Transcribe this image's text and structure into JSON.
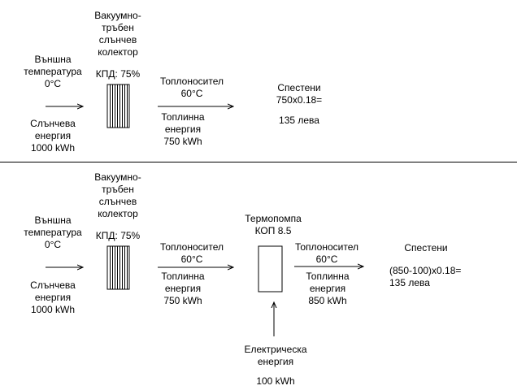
{
  "top": {
    "outside": {
      "l1": "Външна",
      "l2": "температура",
      "l3": "0°C"
    },
    "solar": {
      "l1": "Слънчева",
      "l2": "енергия",
      "l3": "1000 kWh"
    },
    "collector": {
      "l1": "Вакуумно-",
      "l2": "тръбен",
      "l3": "слънчев",
      "l4": "колектор",
      "eff": "КПД: 75%"
    },
    "carrier": {
      "l1": "Топлоносител",
      "l2": "60°C"
    },
    "heat": {
      "l1": "Топлинна",
      "l2": "енергия",
      "l3": "750 kWh"
    },
    "savings": {
      "l1": "Спестени",
      "l2": "750x0.18=",
      "l3": "135 лева"
    }
  },
  "bottom": {
    "outside": {
      "l1": "Външна",
      "l2": "температура",
      "l3": "0°C"
    },
    "solar": {
      "l1": "Слънчева",
      "l2": "енергия",
      "l3": "1000 kWh"
    },
    "collector": {
      "l1": "Вакуумно-",
      "l2": "тръбен",
      "l3": "слънчев",
      "l4": "колектор",
      "eff": "КПД: 75%"
    },
    "carrier1": {
      "l1": "Топлоносител",
      "l2": "60°C"
    },
    "heat1": {
      "l1": "Топлинна",
      "l2": "енергия",
      "l3": "750 kWh"
    },
    "heatpump": {
      "l1": "Термопомпа",
      "l2": "КОП 8.5"
    },
    "carrier2": {
      "l1": "Топлоносител",
      "l2": "60°C"
    },
    "heat2": {
      "l1": "Топлинна",
      "l2": "енергия",
      "l3": "850 kWh"
    },
    "savings": {
      "l1": "Спестени",
      "l2": "(850-100)x0.18=",
      "l3": "135 лева"
    },
    "electric": {
      "l1": "Електрическа",
      "l2": "енергия",
      "l3": "100 kWh"
    }
  }
}
